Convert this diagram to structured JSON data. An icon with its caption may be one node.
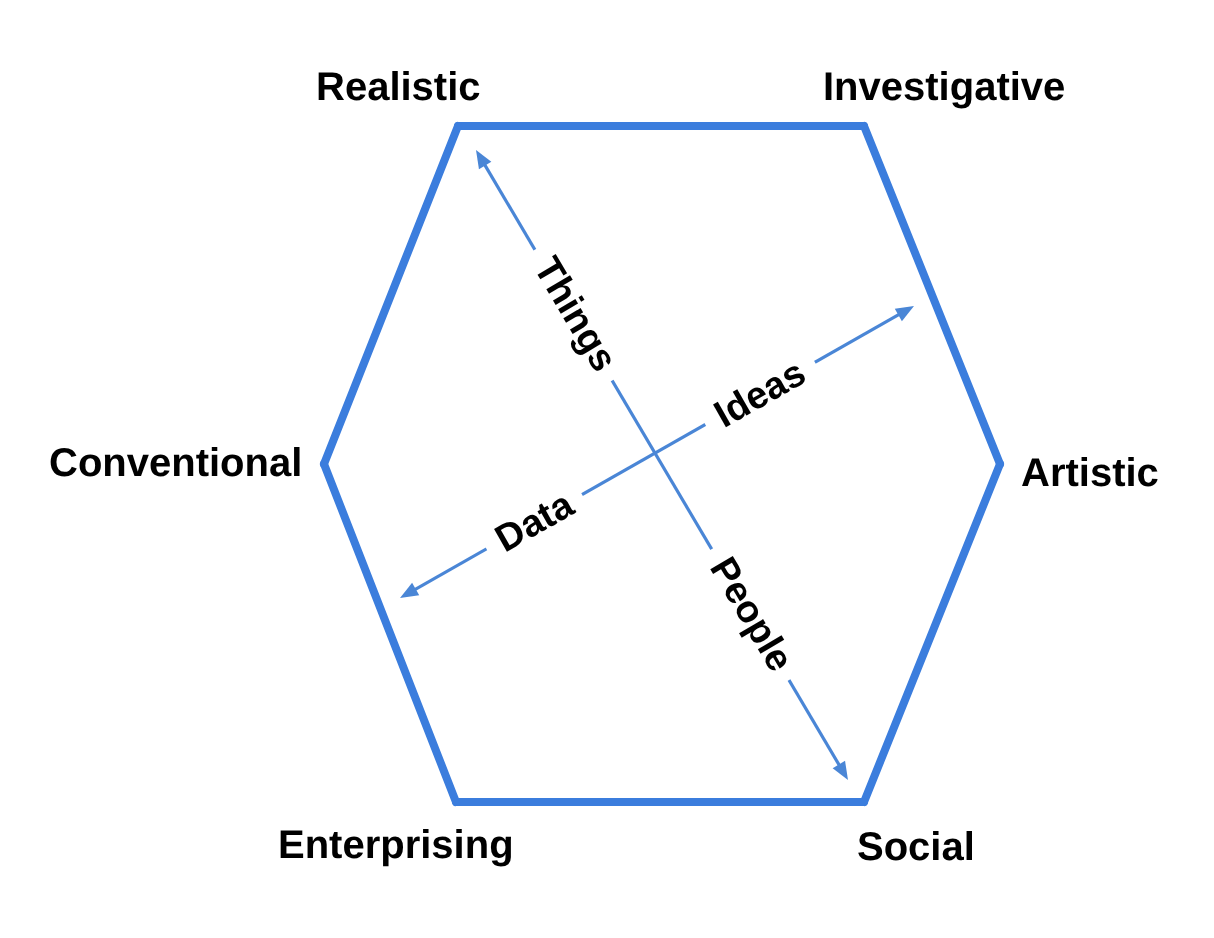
{
  "diagram": {
    "nodes": [
      {
        "text": [
          "Realistic"
        ]
      },
      {
        "text": [
          "Investigative"
        ]
      },
      {
        "text": [
          "Conventional"
        ]
      },
      {
        "text": [
          "Artistic"
        ]
      },
      {
        "text": [
          "Enterprising"
        ]
      },
      {
        "text": [
          "Social"
        ]
      }
    ],
    "edges": [
      {
        "from": 0,
        "to": 1,
        "arrow": "none"
      },
      {
        "from": 1,
        "to": 3,
        "arrow": "none"
      },
      {
        "from": 3,
        "to": 5,
        "arrow": "none"
      },
      {
        "from": 5,
        "to": 4,
        "arrow": "none"
      },
      {
        "from": 4,
        "to": 2,
        "arrow": "none"
      },
      {
        "from": 2,
        "to": 0,
        "arrow": "none"
      }
    ],
    "labels": [
      "Things",
      "Ideas",
      "Data",
      "People"
    ]
  }
}
